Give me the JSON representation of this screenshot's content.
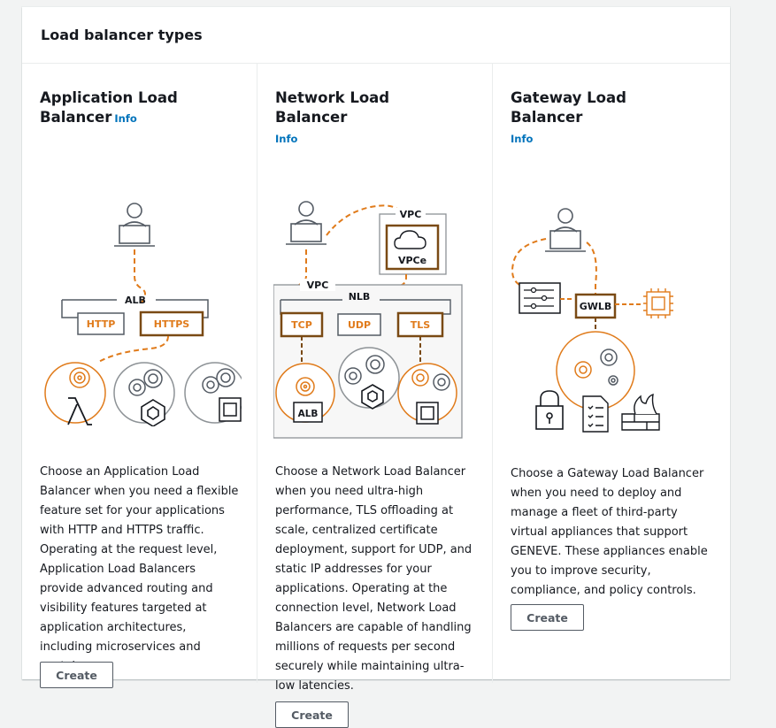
{
  "panel": {
    "title": "Load balancer types"
  },
  "info_label": "Info",
  "colors": {
    "accent": "#e07b1b",
    "link": "#0073bb",
    "text": "#16191f",
    "muted": "#545b64"
  },
  "columns": [
    {
      "title": "Application Load Balancer",
      "title_line1": "Application Load",
      "title_line2": "Balancer",
      "description": "Choose an Application Load Balancer when you need a flexible feature set for your applications with HTTP and HTTPS traffic. Operating at the request level, Application Load Balancers provide advanced routing and visibility features targeted at application architectures, including microservices and containers.",
      "diagram": {
        "alb": "ALB",
        "http": "HTTP",
        "https": "HTTPS",
        "icons": [
          "user-laptop-icon",
          "lambda-icon",
          "container-icon",
          "chip-icon"
        ]
      },
      "button": "Create"
    },
    {
      "title": "Network Load Balancer",
      "description": "Choose a Network Load Balancer when you need ultra-high performance, TLS offloading at scale, centralized certificate deployment, support for UDP, and static IP addresses for your applications. Operating at the connection level, Network Load Balancers are capable of handling millions of requests per second securely while maintaining ultra-low latencies.",
      "diagram": {
        "vpc_top": "VPC",
        "vpce": "VPCe",
        "vpc": "VPC",
        "nlb": "NLB",
        "tcp": "TCP",
        "udp": "UDP",
        "tls": "TLS",
        "alb": "ALB",
        "icons": [
          "user-laptop-icon",
          "cloud-icon",
          "container-icon",
          "chip-icon"
        ]
      },
      "button": "Create"
    },
    {
      "title": "Gateway Load Balancer",
      "description": "Choose a Gateway Load Balancer when you need to deploy and manage a fleet of third-party virtual appliances that support GENEVE. These appliances enable you to improve security, compliance, and policy controls.",
      "diagram": {
        "gwlb": "GWLB",
        "icons": [
          "user-laptop-icon",
          "router-icon",
          "chip-icon",
          "lock-icon",
          "checklist-icon",
          "firewall-icon"
        ]
      },
      "button": "Create"
    }
  ]
}
